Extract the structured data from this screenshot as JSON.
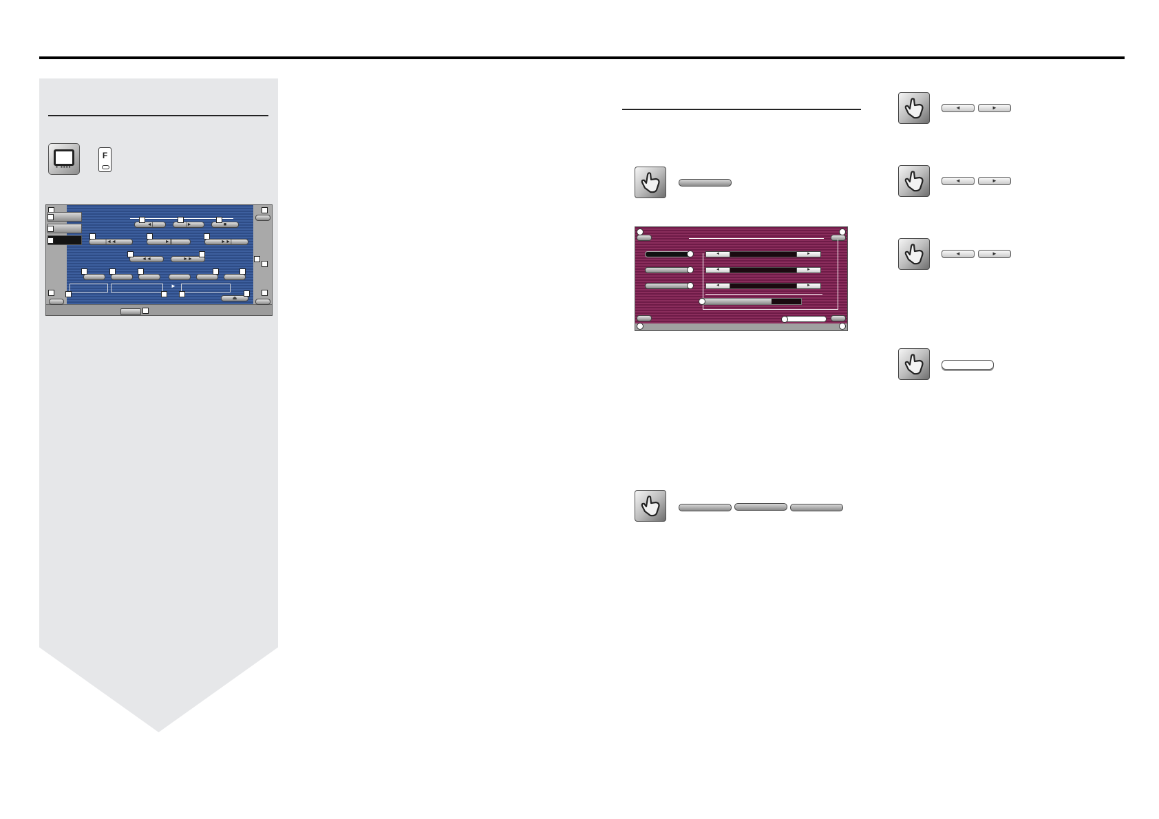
{
  "player": {
    "transport_labels": [
      "◄|",
      "|►",
      "■"
    ],
    "track_labels": [
      "|◄◄",
      "►||",
      "►►|"
    ],
    "seek_labels": [
      "◄◄",
      "►►"
    ],
    "play_indicator": "►",
    "eject_label": "⏏",
    "mode_buttons": 3
  },
  "audio_screen": {
    "left_arrow": "◄",
    "right_arrow": "►",
    "rows": 3
  },
  "right_column": {
    "left_arrow": "◄",
    "right_arrow": "►",
    "arrow_pairs": 3
  },
  "icons": [
    "display-icon",
    "f-key-icon",
    "touch-hand-icon"
  ],
  "colors": {
    "sidebar": "#e6e7e9",
    "player_blue": "#2e4c86",
    "audio_purple": "#7a2150",
    "rule": "#000000"
  }
}
